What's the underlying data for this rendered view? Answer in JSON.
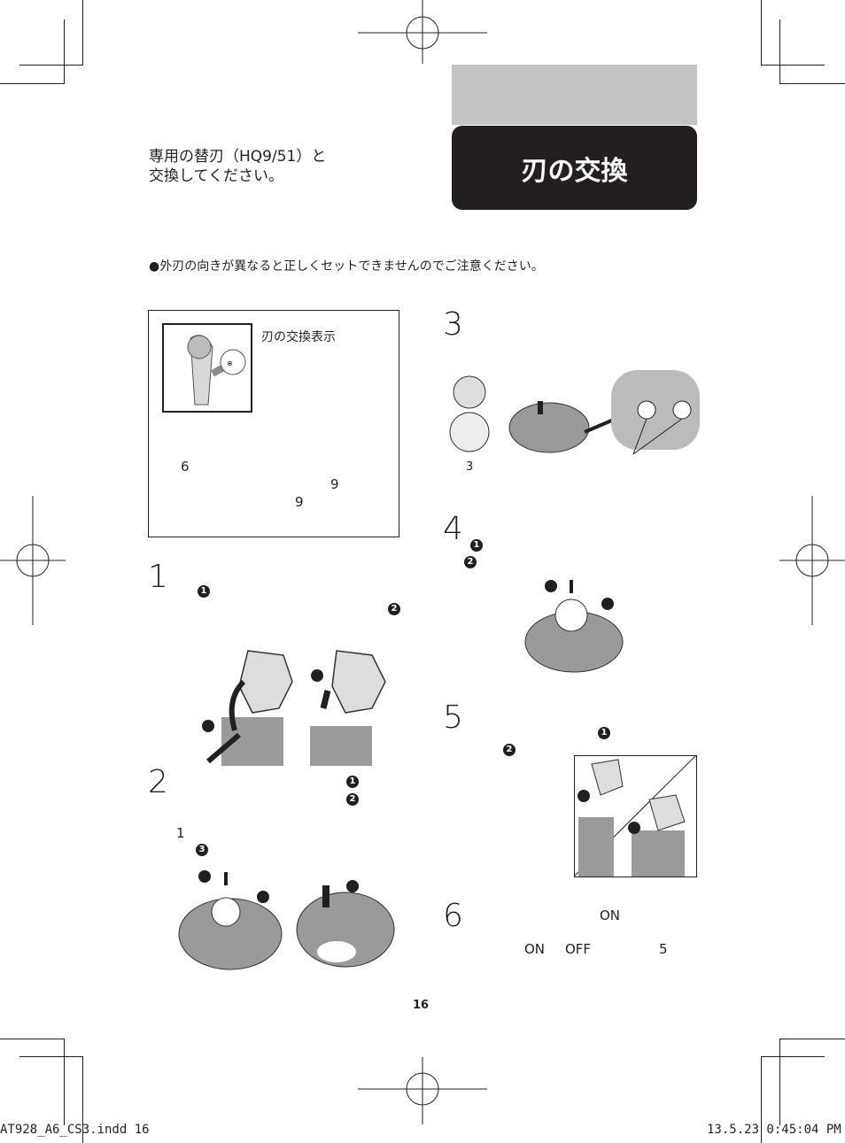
{
  "header": {
    "intro_line1": "専用の替刃（HQ9/51）と",
    "intro_line2": "交換してください。",
    "title": "刃の交換"
  },
  "note": "●外刃の向きが異なると正しくセットできませんのでご注意ください。",
  "panel": {
    "label": "刃の交換表示",
    "num_a": "6",
    "num_b": "9",
    "num_c": "9"
  },
  "steps": {
    "s1": {
      "num": "1",
      "marker1": "1",
      "marker2": "2"
    },
    "s2": {
      "num": "2",
      "marker1": "1",
      "marker2": "2",
      "sub_num": "1",
      "marker3": "3"
    },
    "s3": {
      "num": "3",
      "caption_num": "3"
    },
    "s4": {
      "num": "4",
      "marker1": "1",
      "marker2": "2"
    },
    "s5": {
      "num": "5",
      "marker1": "1",
      "marker2": "2"
    },
    "s6": {
      "num": "6",
      "on_label": "ON",
      "on2": "ON",
      "off": "OFF",
      "five": "5"
    }
  },
  "page_number": "16",
  "footer": {
    "file": "AT928_A6_CS3.indd   16",
    "timestamp": "13.5.23   0:45:04 PM"
  },
  "colors": {
    "ink": "#231f20",
    "gray_tab": "#c4c4c4",
    "illustration_gray": "#8a8a8a"
  }
}
